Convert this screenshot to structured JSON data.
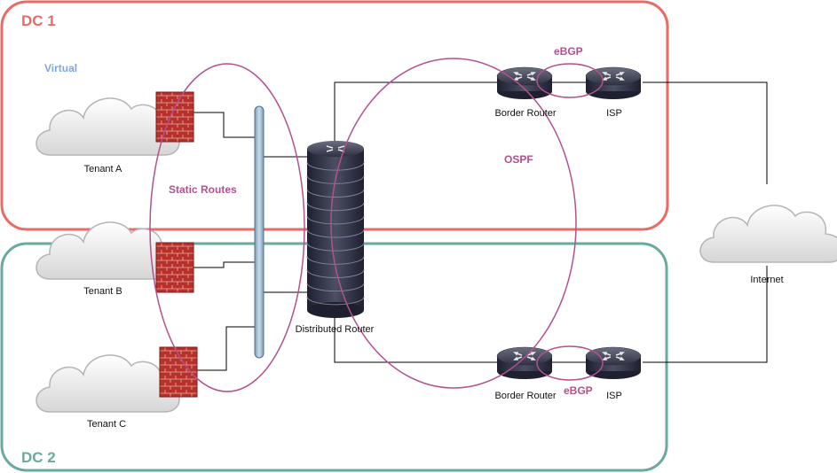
{
  "zones": {
    "dc1": {
      "title": "DC 1",
      "color": "#ea6b66"
    },
    "dc2": {
      "title": "DC 2",
      "color": "#67ab9f"
    }
  },
  "labels": {
    "virtual": "Virtual",
    "static_routes": "Static Routes",
    "ospf": "OSPF",
    "ebgp_top": "eBGP",
    "ebgp_bottom": "eBGP"
  },
  "tenants": [
    {
      "label": "Tenant A"
    },
    {
      "label": "Tenant B"
    },
    {
      "label": "Tenant C"
    }
  ],
  "devices": {
    "distributed_router": "Distributed Router",
    "border_router_top": "Border Router",
    "isp_top": "ISP",
    "border_router_bottom": "Border Router",
    "isp_bottom": "ISP",
    "internet": "Internet"
  },
  "colors": {
    "protocol": "#b5508f",
    "virtual": "#7ea6e0",
    "firewall": "#c0392b",
    "router": "#3b3e4e",
    "bus": "#a9c4dc"
  },
  "icons": [
    "cloud-icon",
    "firewall-icon",
    "router-icon",
    "switch-bus-icon"
  ]
}
